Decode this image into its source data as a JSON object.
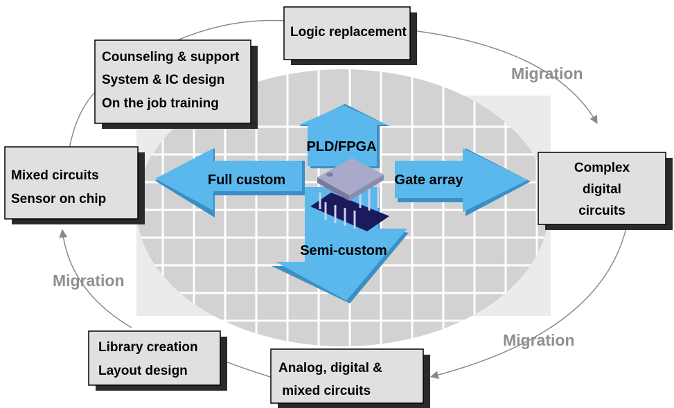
{
  "colors": {
    "arrow_fill": "#5ab8ec",
    "arrow_side": "#3c8fc4",
    "wafer_bg": "#e3e3e3",
    "grid_line": "#ffffff",
    "box_fill": "#e0e0e0",
    "box_shadow": "#2a2a2a",
    "migration_text": "#8f8f8f"
  },
  "boxes": {
    "logic": [
      "Logic replacement"
    ],
    "counseling": [
      "Counseling & support",
      "System & IC design",
      "On the job training"
    ],
    "mixed": [
      "Mixed circuits",
      "Sensor on chip"
    ],
    "complex": [
      "Complex",
      "digital",
      "circuits"
    ],
    "library": [
      "Library creation",
      "Layout design"
    ],
    "analog": [
      "Analog, digital &",
      " mixed circuits"
    ]
  },
  "arrows": {
    "up": "PLD/FPGA",
    "left": "Full custom",
    "right": "Gate array",
    "down": "Semi-custom"
  },
  "migration_label": "Migration",
  "icons": {
    "center": "ic-chip-icon"
  }
}
